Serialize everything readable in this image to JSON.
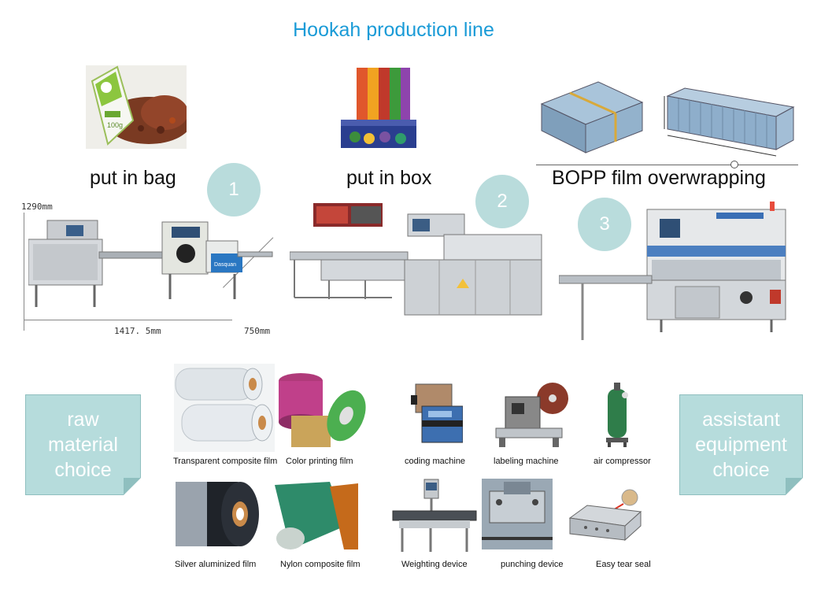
{
  "title": "Hookah production line",
  "steps": [
    {
      "label": "put in bag",
      "number": "1"
    },
    {
      "label": "put in box",
      "number": "2"
    },
    {
      "label": "BOPP film overwrapping",
      "number": "3"
    }
  ],
  "dimensions": {
    "height": "1290mm",
    "length": "1417. 5mm",
    "width": "750mm"
  },
  "machine_brand": "Dasquan",
  "raw_note": [
    "raw",
    "material",
    "choice"
  ],
  "assist_note": [
    "assistant",
    "equipment",
    "choice"
  ],
  "materials": [
    "Transparent composite film",
    "Color printing film",
    "Silver aluminized film",
    "Nylon composite film"
  ],
  "equipment": [
    "coding machine",
    "labeling machine",
    "air compressor",
    "Weighting device",
    "punching device",
    "Easy tear seal"
  ],
  "colors": {
    "accent": "#1a9bd7",
    "badge": "#b9dcdc",
    "note": "#b6dcdc"
  }
}
